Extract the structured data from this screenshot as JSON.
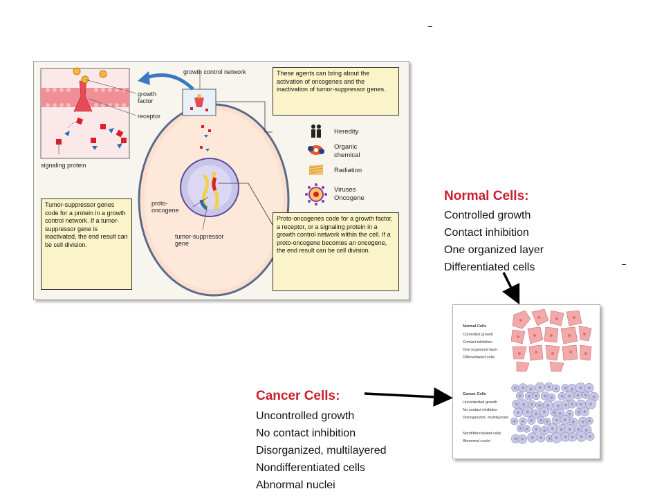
{
  "figure_left": {
    "label_growth_control_network": "growth control network",
    "label_growth_factor": "growth\nfactor",
    "label_receptor": "receptor",
    "label_signaling_protein": "signaling protein",
    "label_proto_oncogene": "proto-\noncogene",
    "label_tumor_suppressor_gene": "tumor-suppressor\ngene",
    "box_agents": "These agents can bring about the activation of oncogenes and the inactivation of tumor-suppressor genes.",
    "box_tumor_suppressor": "Tumor-suppressor genes code for a protein in a growth control network. If a tumor-suppressor gene is inactivated, the end result can be cell division.",
    "box_proto_oncogene": "Proto-oncogenes code for a growth factor, a receptor, or a signaling protein in a growth control network within the cell. If a proto-oncogene becomes an oncogene, the end result can be cell division.",
    "legend": [
      {
        "icon": "heredity-icon",
        "label": "Heredity"
      },
      {
        "icon": "organic-chemical-icon",
        "label": "Organic chemical"
      },
      {
        "icon": "radiation-icon",
        "label": "Radiation"
      },
      {
        "icon": "virus-icon",
        "label": "Viruses Oncogene"
      }
    ]
  },
  "normal": {
    "heading": "Normal Cells:",
    "items": [
      "Controlled growth",
      "Contact inhibition",
      "One organized layer",
      "Differentiated cells"
    ]
  },
  "cancer": {
    "heading": "Cancer Cells:",
    "items": [
      "Uncontrolled growth",
      "No contact inhibition",
      "Disorganized, multilayered",
      "Nondifferentiated cells",
      "Abnormal nuclei"
    ]
  },
  "figure_right": {
    "normal_title": "Normal Cells",
    "normal_items": [
      "Controlled growth",
      "Contact inhibition",
      "One organized layer",
      "Differentiated cells"
    ],
    "cancer_title": "Cancer Cells",
    "cancer_items": [
      "Uncontrolled growth",
      "No contact inhibition",
      "Disorganized, multilayered",
      "Nondifferentiated cells",
      "Abnormal nuclei"
    ]
  },
  "colors": {
    "heading_red": "#c8202c",
    "box_yellow": "#fbf4c8",
    "normal_cell_pink": "#f2a9a9",
    "cancer_cell_lavender": "#c9c9e6"
  }
}
